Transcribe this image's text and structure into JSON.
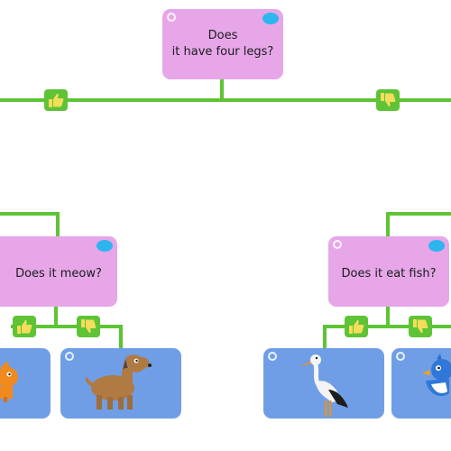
{
  "colors": {
    "question_box": "#e6a6e8",
    "answer_box": "#6f9ee6",
    "connector": "#5ec336",
    "speech_bubble": "#2db6ee"
  },
  "tree": {
    "root": {
      "text": "Does\nit have four legs?"
    },
    "left": {
      "text": "Does it meow?"
    },
    "right": {
      "text": "Does it eat fish?"
    }
  },
  "answers": {
    "yes_icon": "thumbs-up-icon",
    "no_icon": "thumbs-down-icon",
    "leaves": [
      "cat-icon",
      "dog-icon",
      "stork-icon",
      "bird-icon"
    ]
  }
}
